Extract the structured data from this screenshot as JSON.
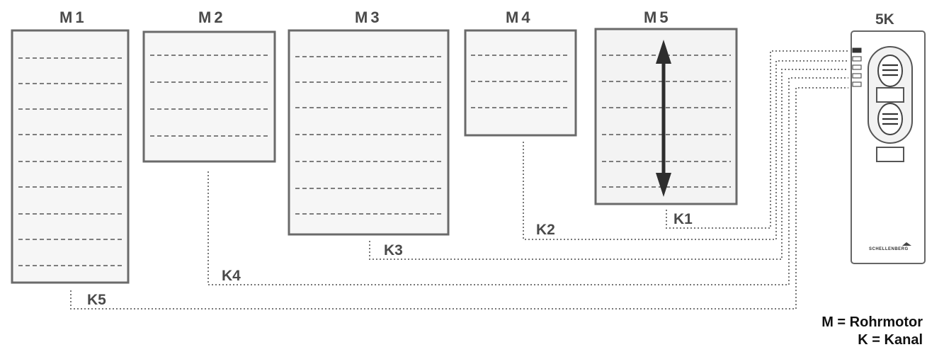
{
  "motors": [
    {
      "id": "m1",
      "label": "M1"
    },
    {
      "id": "m2",
      "label": "M2"
    },
    {
      "id": "m3",
      "label": "M3"
    },
    {
      "id": "m4",
      "label": "M4"
    },
    {
      "id": "m5",
      "label": "M5"
    }
  ],
  "channels": [
    {
      "id": "k1",
      "label": "K1"
    },
    {
      "id": "k2",
      "label": "K2"
    },
    {
      "id": "k3",
      "label": "K3"
    },
    {
      "id": "k4",
      "label": "K4"
    },
    {
      "id": "k5",
      "label": "K5"
    }
  ],
  "remote": {
    "label": "5K",
    "brand": "SCHELLENBERG"
  },
  "legend": {
    "m_line": "M = Rohrmotor",
    "k_line": "K = Kanal"
  },
  "colors": {
    "frame": "#6a6a6a",
    "fill": "#f4f4f4",
    "dash": "#555555",
    "arrow": "#2e2e2e",
    "dotline": "#777777"
  }
}
